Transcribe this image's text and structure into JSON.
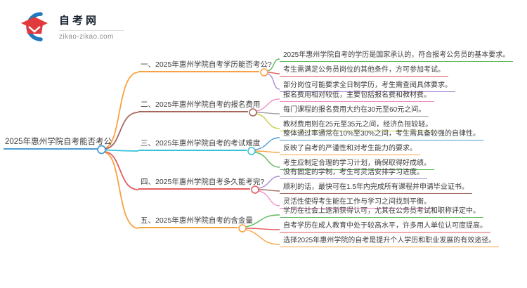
{
  "logo": {
    "title": "自考网",
    "domain": "zikao-zikao.com"
  },
  "palette": {
    "blue": "#4d9bd5",
    "cyan": "#38c2d9",
    "orange": "#f9a242",
    "green": "#5cb85a",
    "red": "#e35d60",
    "purple": "#a98bd8",
    "brown": "#a5685f",
    "pink": "#f092c7",
    "gray": "#a3a3a3",
    "olive": "#c9ce4a",
    "logo_red": "#e23a3c",
    "logo_blue": "#2079bf",
    "text": "#3d3d3d"
  },
  "mindmap": {
    "root": {
      "text": "2025年惠州学院自考能否考公",
      "color": "blue"
    },
    "branches": [
      {
        "label": "一、2025年惠州学院自考学历能否考公?",
        "color": "orange",
        "children": [
          {
            "text": "2025年惠州学院自考的学历是国家承认的，符合报考公务员的基本要求。",
            "color": "green"
          },
          {
            "text": "考生需满足公务员岗位的其他条件，方可参加考试。",
            "color": "red"
          },
          {
            "text": "部分岗位可能要求全日制学历，考生需查阅具体要求。",
            "color": "purple"
          }
        ]
      },
      {
        "label": "二、2025年惠州学院自考的报名费用",
        "color": "brown",
        "children": [
          {
            "text": "报名费用相对较低，主要包括报名费和教材费。",
            "color": "pink"
          },
          {
            "text": "每门课程的报名费用大约在30元至60元之间。",
            "color": "gray"
          },
          {
            "text": "教材费用则在25元至35元之间，经济负担较轻。",
            "color": "olive"
          }
        ]
      },
      {
        "label": "三、2025年惠州学院自考的考试难度",
        "color": "cyan",
        "children": [
          {
            "text": "整体通过率通常在10%至30%之间，考生需具备较强的自律性。",
            "color": "blue"
          },
          {
            "text": "反映了自考的严谨性和对考生能力的要求。",
            "color": "orange"
          },
          {
            "text": "考生应制定合理的学习计划，确保取得好成绩。",
            "color": "green"
          }
        ]
      },
      {
        "label": "四、2025年惠州学院自考多久能考完?",
        "color": "red",
        "children": [
          {
            "text": "没有固定的学制，考生可灵活安排学习进度。",
            "color": "purple"
          },
          {
            "text": "顺利的话，最快可在1.5年内完成所有课程并申请毕业证书。",
            "color": "brown"
          },
          {
            "text": "灵活性使得考生能在工作与学习之间找到平衡。",
            "color": "pink"
          }
        ]
      },
      {
        "label": "五、2025年惠州学院自考的含金量",
        "color": "orange",
        "children": [
          {
            "text": "学历在社会上逐渐获得认可，尤其在公务员考试和职称评定中。",
            "color": "green"
          },
          {
            "text": "自考学历在成人教育中处于较高水平，许多用人单位认可度提高。",
            "color": "red"
          },
          {
            "text": "选择2025年惠州学院的自考是提升个人学历和职业发展的有效途径。",
            "color": "orange"
          }
        ]
      }
    ]
  }
}
